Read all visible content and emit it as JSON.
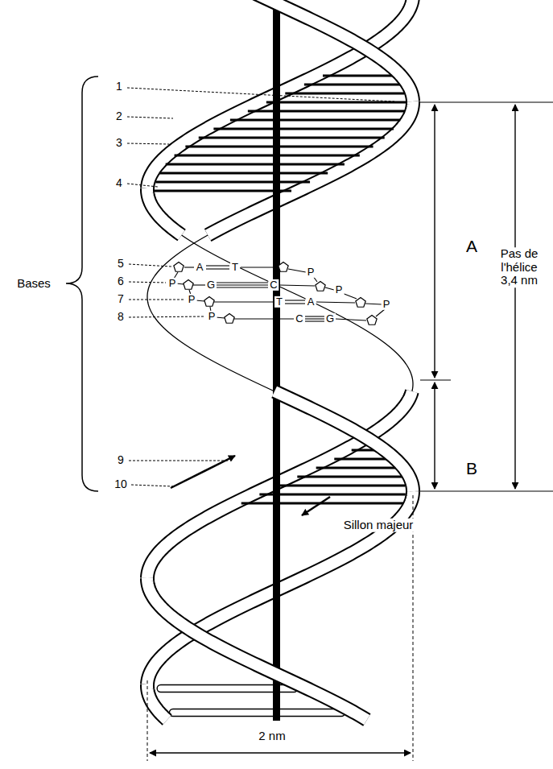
{
  "diagram": {
    "labels": [
      "1",
      "2",
      "3",
      "4",
      "5",
      "6",
      "7",
      "8",
      "9",
      "10",
      "Bases",
      "A",
      "Pas de l'hélice 3,4 nm",
      "B",
      "A",
      "T",
      "P",
      "P",
      "G",
      "C",
      "P",
      "P",
      "T",
      "A",
      "P",
      "P",
      "C",
      "G",
      "Sillon majeur",
      "2 nm"
    ]
  }
}
